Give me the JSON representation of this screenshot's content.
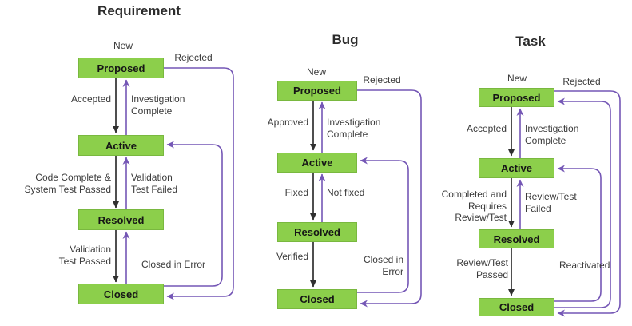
{
  "colors": {
    "state_fill": "#8ccf4b",
    "state_border": "#79b83f",
    "purple_transition": "#7456b5",
    "black_transition": "#303030"
  },
  "diagram": {
    "columns": [
      {
        "title": "Requirement",
        "new_label": "New",
        "states": [
          "Proposed",
          "Active",
          "Resolved",
          "Closed"
        ],
        "labels": {
          "rejected": "Rejected",
          "proposed_to_active": "Accepted",
          "active_to_proposed": "Investigation\nComplete",
          "active_to_resolved": "Code Complete &\nSystem Test Passed",
          "resolved_to_active": "Validation\nTest Failed",
          "resolved_to_closed": "Validation\nTest Passed",
          "closed_return": "Closed in Error"
        }
      },
      {
        "title": "Bug",
        "new_label": "New",
        "states": [
          "Proposed",
          "Active",
          "Resolved",
          "Closed"
        ],
        "labels": {
          "rejected": "Rejected",
          "proposed_to_active": "Approved",
          "active_to_proposed": "Investigation\nComplete",
          "active_to_resolved": "Fixed",
          "resolved_to_active": "Not fixed",
          "resolved_to_closed": "Verified",
          "closed_return": "Closed in\nError"
        }
      },
      {
        "title": "Task",
        "new_label": "New",
        "states": [
          "Proposed",
          "Active",
          "Resolved",
          "Closed"
        ],
        "labels": {
          "rejected": "Rejected",
          "proposed_to_active": "Accepted",
          "active_to_proposed": "Investigation\nComplete",
          "active_to_resolved": "Completed and\nRequires\nReview/Test",
          "resolved_to_active": "Review/Test\nFailed",
          "resolved_to_closed": "Review/Test\nPassed",
          "closed_return": "Reactivated"
        }
      }
    ]
  }
}
